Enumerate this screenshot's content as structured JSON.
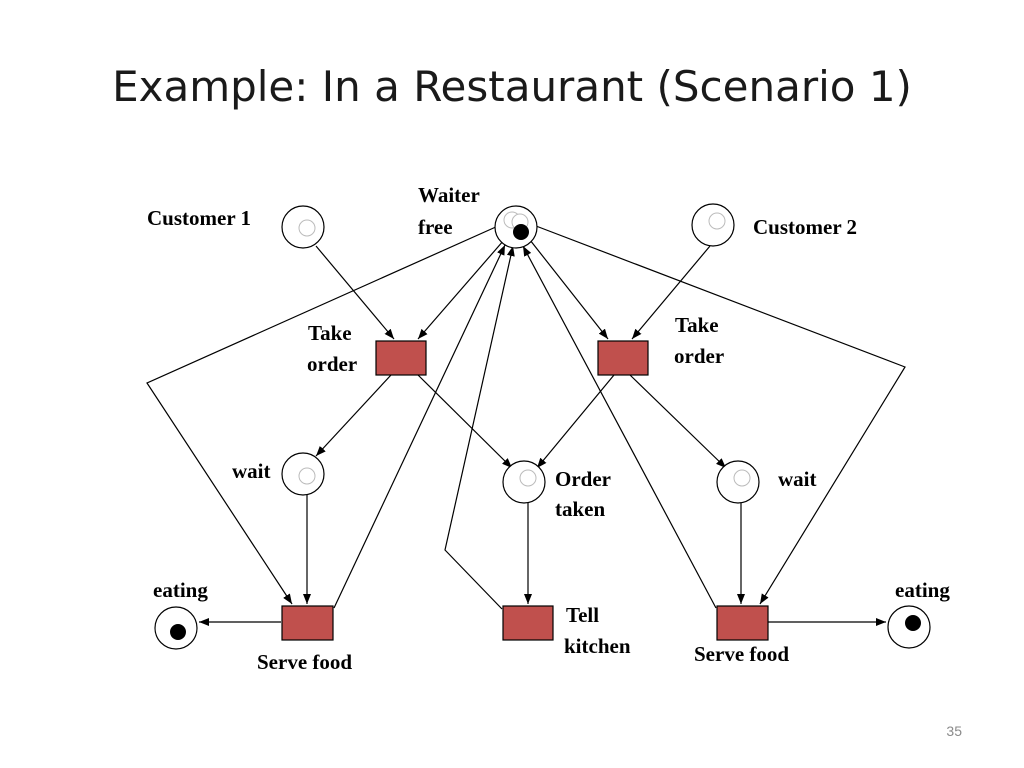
{
  "slide": {
    "title": "Example: In a Restaurant (Scenario 1)",
    "page_number": "35"
  },
  "colors": {
    "transition_fill": "#c0504d",
    "line": "#000000"
  },
  "places": {
    "customer1": {
      "label": "Customer 1",
      "tokens": 0
    },
    "waiter_free": {
      "label_lines": [
        "Waiter",
        "free"
      ],
      "tokens": 1
    },
    "customer2": {
      "label": "Customer 2",
      "tokens": 0
    },
    "wait_left": {
      "label": "wait",
      "tokens": 0
    },
    "order_taken": {
      "label_lines": [
        "Order",
        "taken"
      ],
      "tokens": 0
    },
    "wait_right": {
      "label": "wait",
      "tokens": 0
    },
    "eating_left": {
      "label": "eating",
      "tokens": 1
    },
    "eating_right": {
      "label": "eating",
      "tokens": 1
    }
  },
  "transitions": {
    "take_order_left": {
      "label_lines": [
        "Take",
        "order"
      ]
    },
    "take_order_right": {
      "label_lines": [
        "Take",
        "order"
      ]
    },
    "serve_food_left": {
      "label": "Serve food"
    },
    "tell_kitchen": {
      "label_lines": [
        "Tell",
        "kitchen"
      ]
    },
    "serve_food_right": {
      "label": "Serve food"
    }
  }
}
